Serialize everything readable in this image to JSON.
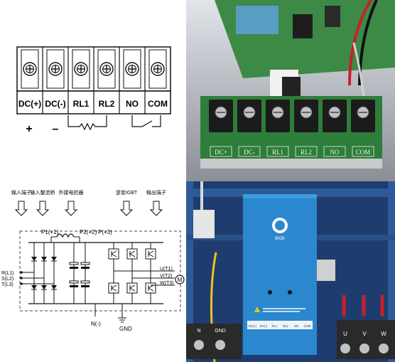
{
  "terminal_diagram": {
    "terminals": [
      "DC(+)",
      "DC(-)",
      "RL1",
      "RL2",
      "NO",
      "COM"
    ],
    "polarity_plus": "+",
    "polarity_minus": "–"
  },
  "circuit_diagram": {
    "headers": [
      "输入端子",
      "输入整流桥",
      "外接电抗器",
      "逆变IGBT",
      "输出端子"
    ],
    "inputs": [
      "R(L1)",
      "S(L2)",
      "T(L3)"
    ],
    "outputs": [
      "U(T1)",
      "V(T2)",
      "W(T3)"
    ],
    "bus_nodes": [
      "P1(+1)",
      "P2(+2)",
      "P(+3)"
    ],
    "n_label": "N(-)",
    "gnd_label": "GND",
    "motor_label": "M"
  },
  "pcb_photo": {
    "labels": [
      "DC+",
      "DC-",
      "RL1",
      "RL2",
      "NO",
      "COM"
    ]
  },
  "unit_photo": {
    "brand": "BKBI",
    "bottom_left_labels": [
      "N",
      "GND"
    ],
    "bottom_right_labels": [
      "U",
      "V",
      "W"
    ],
    "front_labels": [
      "DC(+)",
      "DC(-)",
      "RL1",
      "RL2",
      "NO",
      "COM"
    ]
  },
  "colors": {
    "pcb_green": "#2f7d3a",
    "unit_blue": "#2b88cf",
    "cabinet_blue": "#1e3d6e",
    "wire_red": "#c8202a"
  }
}
